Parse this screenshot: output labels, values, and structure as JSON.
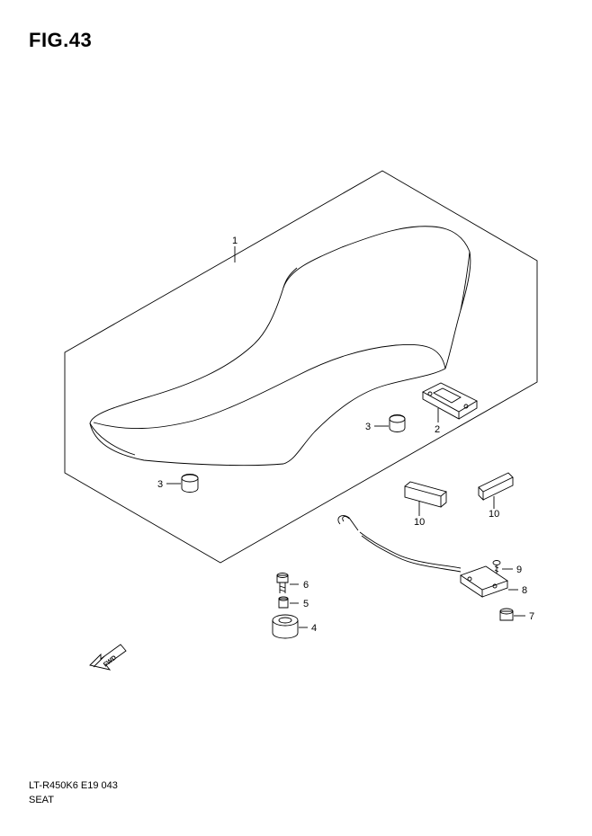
{
  "figure": {
    "title": "FIG.43",
    "model_code": "LT-R450K6 E19  043",
    "section_name": "SEAT"
  },
  "callouts": {
    "seat": "1",
    "seat_bracket": "2",
    "cushion_upper": "3",
    "cushion_lower": "3",
    "collar": "4",
    "spacer": "5",
    "bolt": "6",
    "nut": "7",
    "seat_lock": "8",
    "screw": "9",
    "pad_left": "10",
    "pad_right": "10"
  },
  "fwd_arrow": {
    "text": "FWD"
  }
}
